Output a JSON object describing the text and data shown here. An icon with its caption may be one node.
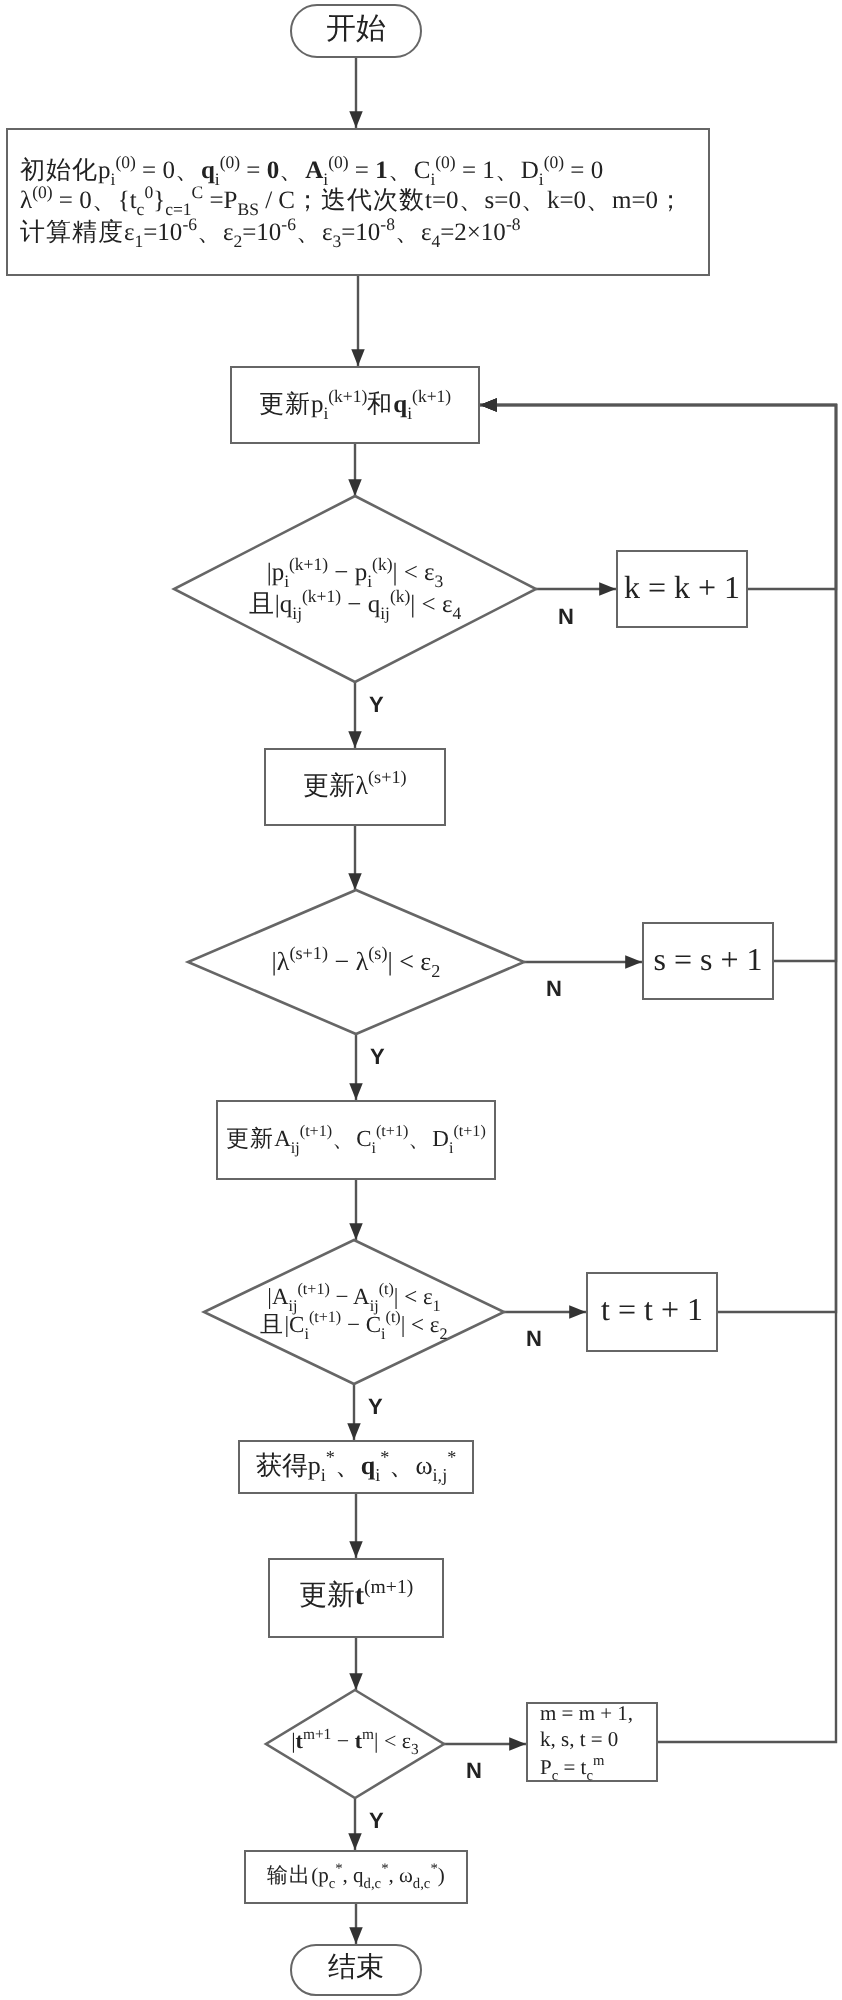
{
  "diagram": {
    "nodes": [
      {
        "text": [
          "开始"
        ]
      },
      {
        "text": [
          "初始化p$_{i}$$^{(0)}$ = 0、**q**$_{i}$$^{(0)}$ = **0**、**A**$_{i}$$^{(0)}$ = **1**、C$_{i}$$^{(0)}$ = 1、D$_{i}$$^{(0)}$ = 0",
          "λ$^{(0)}$ = 0、{t$_{c}$$^{0}$}$_{c=1}$$^{C}$ =P$_{BS}$ / C；迭代次数t=0、s=0、k=0、m=0；",
          "计算精度ε$_{1}$=10$^{-6}$、ε$_{2}$=10$^{-6}$、ε$_{3}$=10$^{-8}$、ε$_{4}$=2×10$^{-8}$"
        ]
      },
      {
        "text": [
          "更新p$_{i}$$^{(k+1)}$和**q**$_{i}$$^{(k+1)}$"
        ]
      },
      {
        "text": [
          "|p$_{i}$$^{(k+1)}$ − p$_{i}$$^{(k)}$| < ε$_{3}$",
          "且|q$_{ij}$$^{(k+1)}$ − q$_{ij}$$^{(k)}$| < ε$_{4}$"
        ]
      },
      {
        "text": [
          "k = k + 1"
        ]
      },
      {
        "text": [
          "更新λ$^{(s+1)}$"
        ]
      },
      {
        "text": [
          "|λ$^{(s+1)}$ − λ$^{(s)}$| < ε$_{2}$"
        ]
      },
      {
        "text": [
          "s = s + 1"
        ]
      },
      {
        "text": [
          "更新A$_{ij}$$^{(t+1)}$、C$_{i}$$^{(t+1)}$、D$_{i}$$^{(t+1)}$"
        ]
      },
      {
        "text": [
          "|A$_{ij}$$^{(t+1)}$ − A$_{ij}$$^{(t)}$| < ε$_{1}$",
          "且|C$_{i}$$^{(t+1)}$ − C$_{i}$$^{(t)}$| < ε$_{2}$"
        ]
      },
      {
        "text": [
          "t = t + 1"
        ]
      },
      {
        "text": [
          "获得p$_{i}$$^{*}$、**q**$_{i}$$^{*}$、ω$_{i,j}$$^{*}$"
        ]
      },
      {
        "text": [
          "更新**t**$^{(m+1)}$"
        ]
      },
      {
        "text": [
          "|**t**$^{m+1}$ − **t**$^{m}$| < ε$_{3}$"
        ]
      },
      {
        "text": [
          "m = m + 1,",
          "k, s, t = 0",
          "P$_{c}$ = t$_{c}$$^{m}$"
        ]
      },
      {
        "text": [
          "输出(p$_{c}$$^{*}$, q$_{d,c}$$^{*}$, ω$_{d,c}$$^{*}$)"
        ]
      },
      {
        "text": [
          "结束"
        ]
      }
    ],
    "edges": [
      {
        "from": 0,
        "to": 1,
        "arrow": "to"
      },
      {
        "from": 1,
        "to": 2,
        "arrow": "to"
      },
      {
        "from": 2,
        "to": 3,
        "arrow": "to"
      },
      {
        "from": 3,
        "to": 4,
        "arrow": "to",
        "label": "N"
      },
      {
        "from": 3,
        "to": 5,
        "arrow": "to",
        "label": "Y"
      },
      {
        "from": 4,
        "to": 2,
        "arrow": "to"
      },
      {
        "from": 5,
        "to": 6,
        "arrow": "to"
      },
      {
        "from": 6,
        "to": 7,
        "arrow": "to",
        "label": "N"
      },
      {
        "from": 6,
        "to": 8,
        "arrow": "to",
        "label": "Y"
      },
      {
        "from": 7,
        "to": 2,
        "arrow": "to"
      },
      {
        "from": 8,
        "to": 9,
        "arrow": "to"
      },
      {
        "from": 9,
        "to": 10,
        "arrow": "to",
        "label": "N"
      },
      {
        "from": 9,
        "to": 11,
        "arrow": "to",
        "label": "Y"
      },
      {
        "from": 10,
        "to": 2,
        "arrow": "to"
      },
      {
        "from": 11,
        "to": 12,
        "arrow": "to"
      },
      {
        "from": 12,
        "to": 13,
        "arrow": "to"
      },
      {
        "from": 13,
        "to": 14,
        "arrow": "to",
        "label": "N"
      },
      {
        "from": 13,
        "to": 15,
        "arrow": "to",
        "label": "Y"
      },
      {
        "from": 14,
        "to": 2,
        "arrow": "to"
      },
      {
        "from": 15,
        "to": 16,
        "arrow": "to"
      }
    ]
  }
}
